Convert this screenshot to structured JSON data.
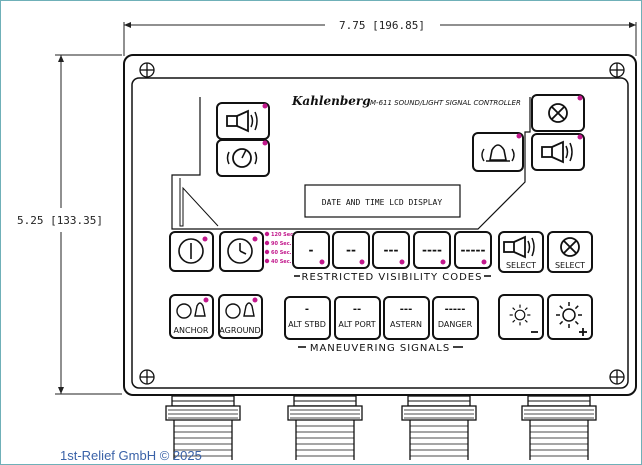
{
  "dimensions": {
    "width_label": "7.75 [196.85]",
    "height_label": "5.25 [133.35]"
  },
  "brand": "Kahlenberg",
  "model": "M-611 SOUND/LIGHT SIGNAL CONTROLLER",
  "lcd_text": "DATE AND TIME LCD DISPLAY",
  "timers": [
    "120 Sec.",
    "90 Sec.",
    "60 Sec.",
    "40 Sec."
  ],
  "codes": [
    "-",
    "--",
    "---",
    "----",
    "-----"
  ],
  "restricted_label": "RESTRICTED VISIBILITY CODES",
  "select_label": "SELECT",
  "anchor_label": "ANCHOR",
  "aground_label": "AGROUND",
  "maneuver_buttons": [
    {
      "top": "-",
      "label": "ALT STBD"
    },
    {
      "top": "--",
      "label": "ALT PORT"
    },
    {
      "top": "---",
      "label": "ASTERN"
    },
    {
      "top": "-----",
      "label": "DANGER"
    }
  ],
  "maneuvering_label": "MANEUVERING SIGNALS",
  "copyright": "1st-Relief GmbH © 2025",
  "colors": {
    "led": "#c2188c",
    "line": "#111111",
    "copyright": "#3a62a8",
    "frame": "#6fb0b8"
  }
}
